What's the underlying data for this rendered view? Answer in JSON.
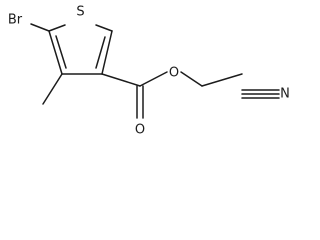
{
  "diagram": {
    "type": "skeletal-structure",
    "atoms": {
      "sulfur": "S",
      "bromine": "Br",
      "carbonyl_oxygen": "O",
      "ester_oxygen": "O",
      "nitrile_nitrogen": "N"
    },
    "colors": {
      "ink": "#1c1c1c",
      "background": "#ffffff"
    }
  }
}
